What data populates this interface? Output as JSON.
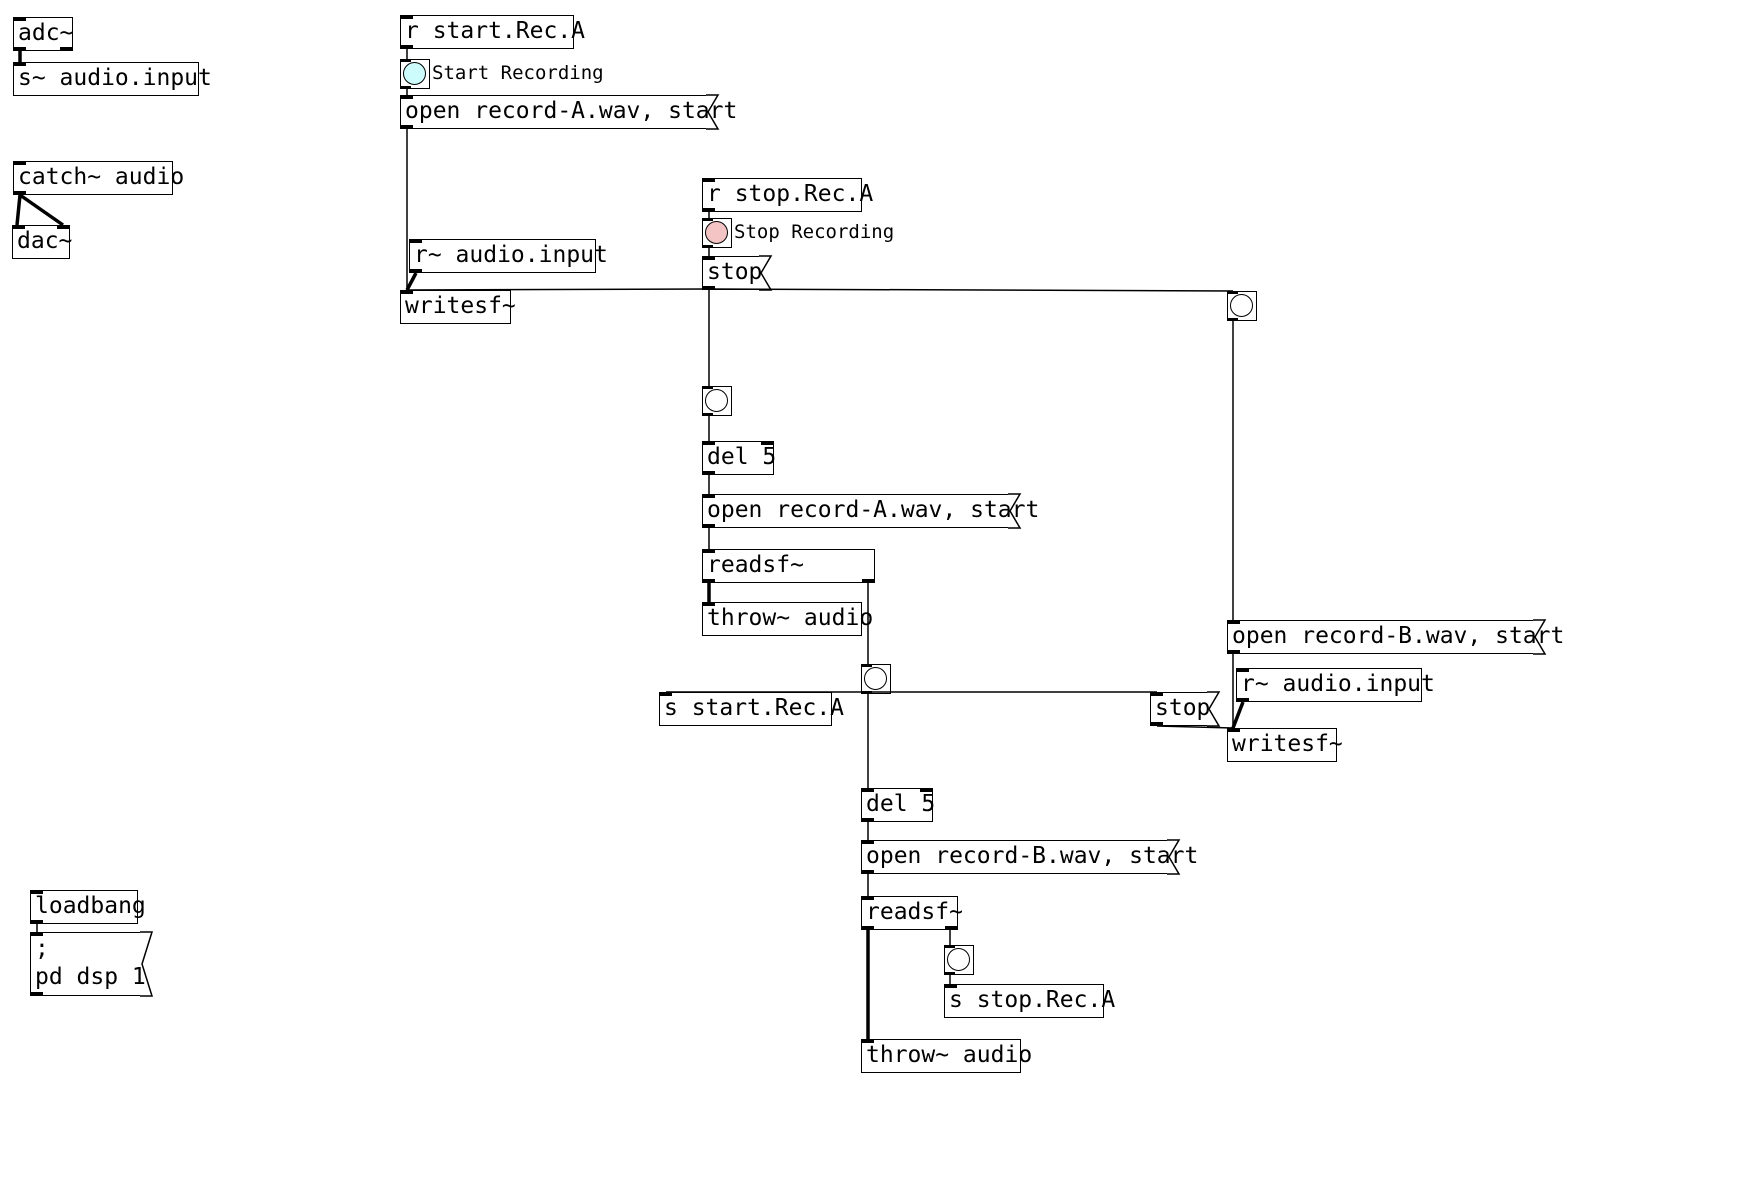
{
  "patch": {
    "objects": {
      "adc": "adc~",
      "s_audio_input": "s~ audio.input",
      "catch_audio": "catch~ audio",
      "dac": "dac~",
      "r_start_rec_a": "r start.Rec.A",
      "msg_open_a_top": "open record-A.wav, start",
      "r_audio_input_a": "r~ audio.input",
      "writesf_a": "writesf~",
      "r_stop_rec_a": "r stop.Rec.A",
      "msg_stop_a": "stop",
      "del_5_a": "del 5",
      "msg_open_a_play": "open record-A.wav, start",
      "readsf_a": "readsf~",
      "throw_audio_a": "throw~ audio",
      "s_start_rec_a": "s start.Rec.A",
      "msg_stop_b": "stop",
      "msg_open_b_rec": "open record-B.wav, start",
      "r_audio_input_b": "r~ audio.input",
      "writesf_b": "writesf~",
      "del_5_b": "del 5",
      "msg_open_b_play": "open record-B.wav, start",
      "readsf_b": "readsf~",
      "s_stop_rec_a": "s stop.Rec.A",
      "throw_audio_b": "throw~ audio",
      "loadbang": "loadbang",
      "msg_dsp": ";\npd dsp 1"
    },
    "bang_labels": {
      "start": "Start Recording",
      "stop": "Stop Recording"
    },
    "colors": {
      "start_bang": "#ccfcfc",
      "stop_bang": "#f4c4c4"
    }
  }
}
